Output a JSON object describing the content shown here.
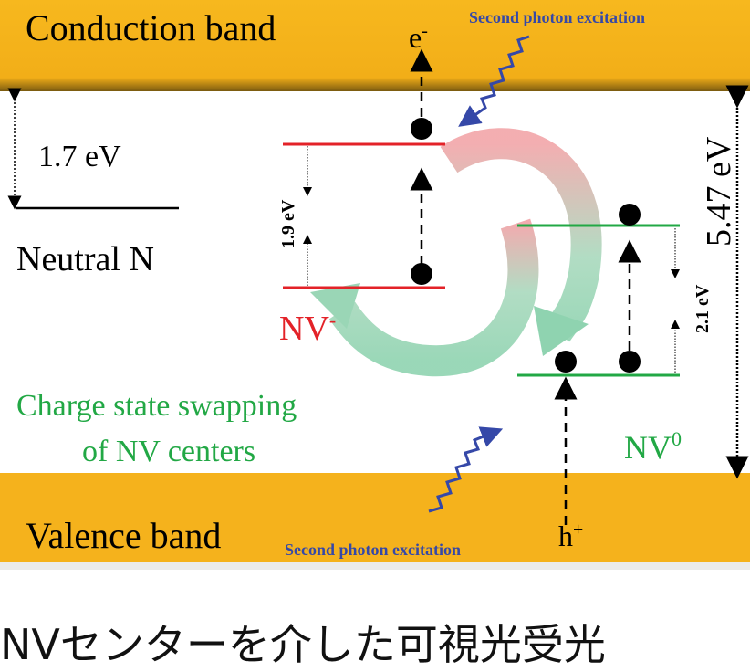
{
  "conduction_band": {
    "label": "Conduction band",
    "electron": "e",
    "electron_sup": "-",
    "excitation": "Second photon excitation"
  },
  "valence_band": {
    "label": "Valence band",
    "hole": "h",
    "hole_sup": "+",
    "excitation": "Second photon excitation"
  },
  "neutral_n": {
    "energy": "1.7 eV",
    "label": "Neutral N"
  },
  "nv_minus": {
    "label": "NV",
    "sup": "-",
    "gap": "1.9 eV"
  },
  "nv_zero": {
    "label": "NV",
    "sup": "0",
    "gap": "2.1 eV"
  },
  "band_gap": "5.47 eV",
  "swap_text": {
    "line1": "Charge state swapping",
    "line2": "of NV centers"
  },
  "caption": "NVセンターを介した可視光受光",
  "colors": {
    "band": "#F5B21C",
    "nv_minus": "#E32228",
    "nv_zero": "#22A845",
    "photon": "#3548A8"
  }
}
